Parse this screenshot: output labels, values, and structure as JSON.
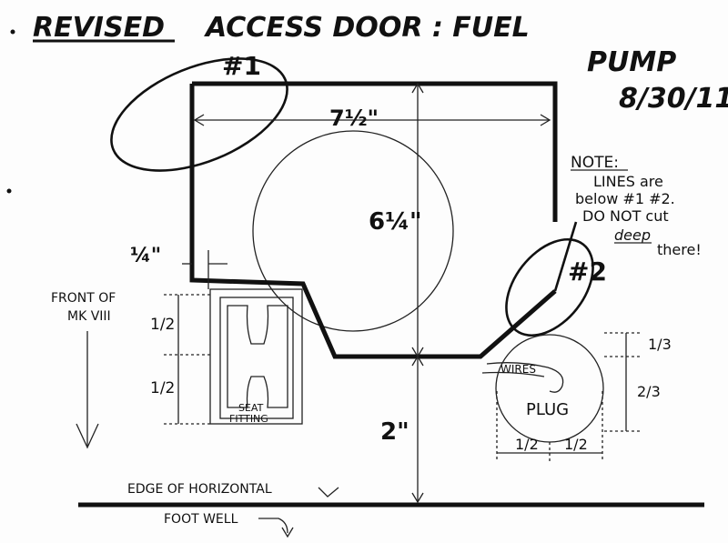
{
  "title": {
    "revised": "REVISED",
    "rest": "ACCESS DOOR : FUEL",
    "line2": "PUMP",
    "date": "8/30/11"
  },
  "labels": {
    "marker1": "#1",
    "marker2": "#2",
    "width_dim": "7½\"",
    "height_dim": "6¼\"",
    "inset_dim": "¼\"",
    "bottom_dim": "2\"",
    "front_of_1": "FRONT OF",
    "front_of_2": "MK VIII",
    "seat_half_1": "1/2",
    "seat_half_2": "1/2",
    "seat_fitting_1": "SEAT",
    "seat_fitting_2": "FITTING",
    "plug": "PLUG",
    "wires": "WIRES",
    "plug_third_1": "1/3",
    "plug_third_2": "2/3",
    "plug_half_1": "1/2",
    "plug_half_2": "1/2",
    "edge": "EDGE OF HORIZONTAL",
    "foot": "FOOT WELL"
  },
  "note": {
    "line1": "NOTE:",
    "line2": "LINES are",
    "line3": "below #1 #2.",
    "line4a": "DO NOT cut",
    "line5a": "deep",
    "line5b": "there!"
  }
}
